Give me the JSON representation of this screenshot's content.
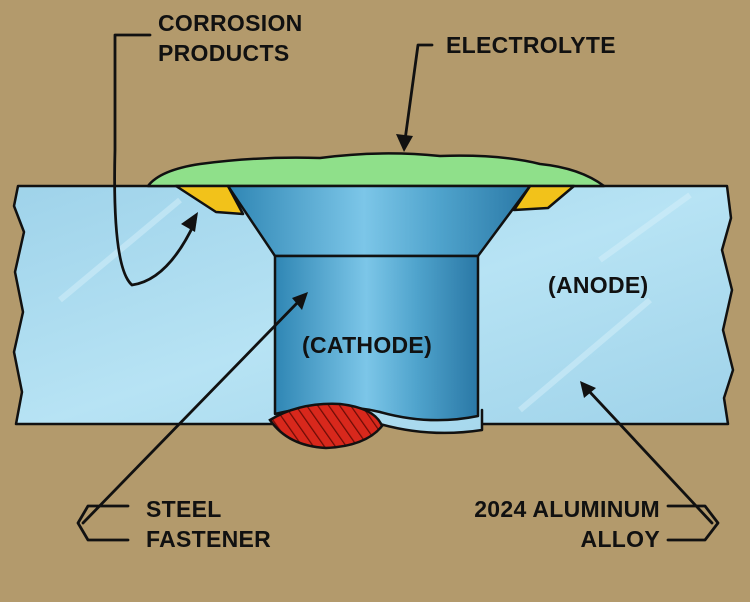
{
  "labels": {
    "corrosion_products": [
      "CORROSION",
      "PRODUCTS"
    ],
    "electrolyte": "ELECTROLYTE",
    "anode": "(ANODE)",
    "cathode": "(CATHODE)",
    "steel_fastener": [
      "STEEL",
      "FASTENER"
    ],
    "aluminum_alloy": [
      "2024 ALUMINUM",
      "ALLOY"
    ]
  },
  "colors": {
    "background": "#b39a6c",
    "aluminum_plate": "#a8daf0",
    "fastener": "#4fa3cc",
    "electrolyte": "#8fe08a",
    "corrosion_products": "#f2c21a",
    "pit": "#d8281c",
    "outline": "#111111"
  }
}
